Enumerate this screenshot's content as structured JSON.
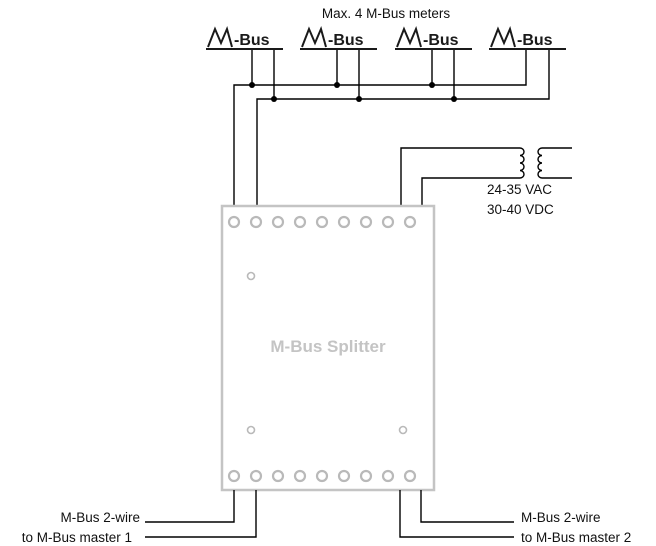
{
  "header": {
    "meters_note": "Max. 4 M-Bus meters"
  },
  "meters": [
    {
      "logo_m": "M",
      "logo_bus": "-Bus"
    },
    {
      "logo_m": "M",
      "logo_bus": "-Bus"
    },
    {
      "logo_m": "M",
      "logo_bus": "-Bus"
    },
    {
      "logo_m": "M",
      "logo_bus": "-Bus"
    }
  ],
  "splitter": {
    "title": "M-Bus Splitter"
  },
  "power": {
    "ac": "24-35 VAC",
    "dc": "30-40 VDC"
  },
  "master1": {
    "line1": "M-Bus 2-wire",
    "line2": "to M-Bus master 1"
  },
  "master2": {
    "line1": "M-Bus 2-wire",
    "line2": "to M-Bus master 2"
  }
}
